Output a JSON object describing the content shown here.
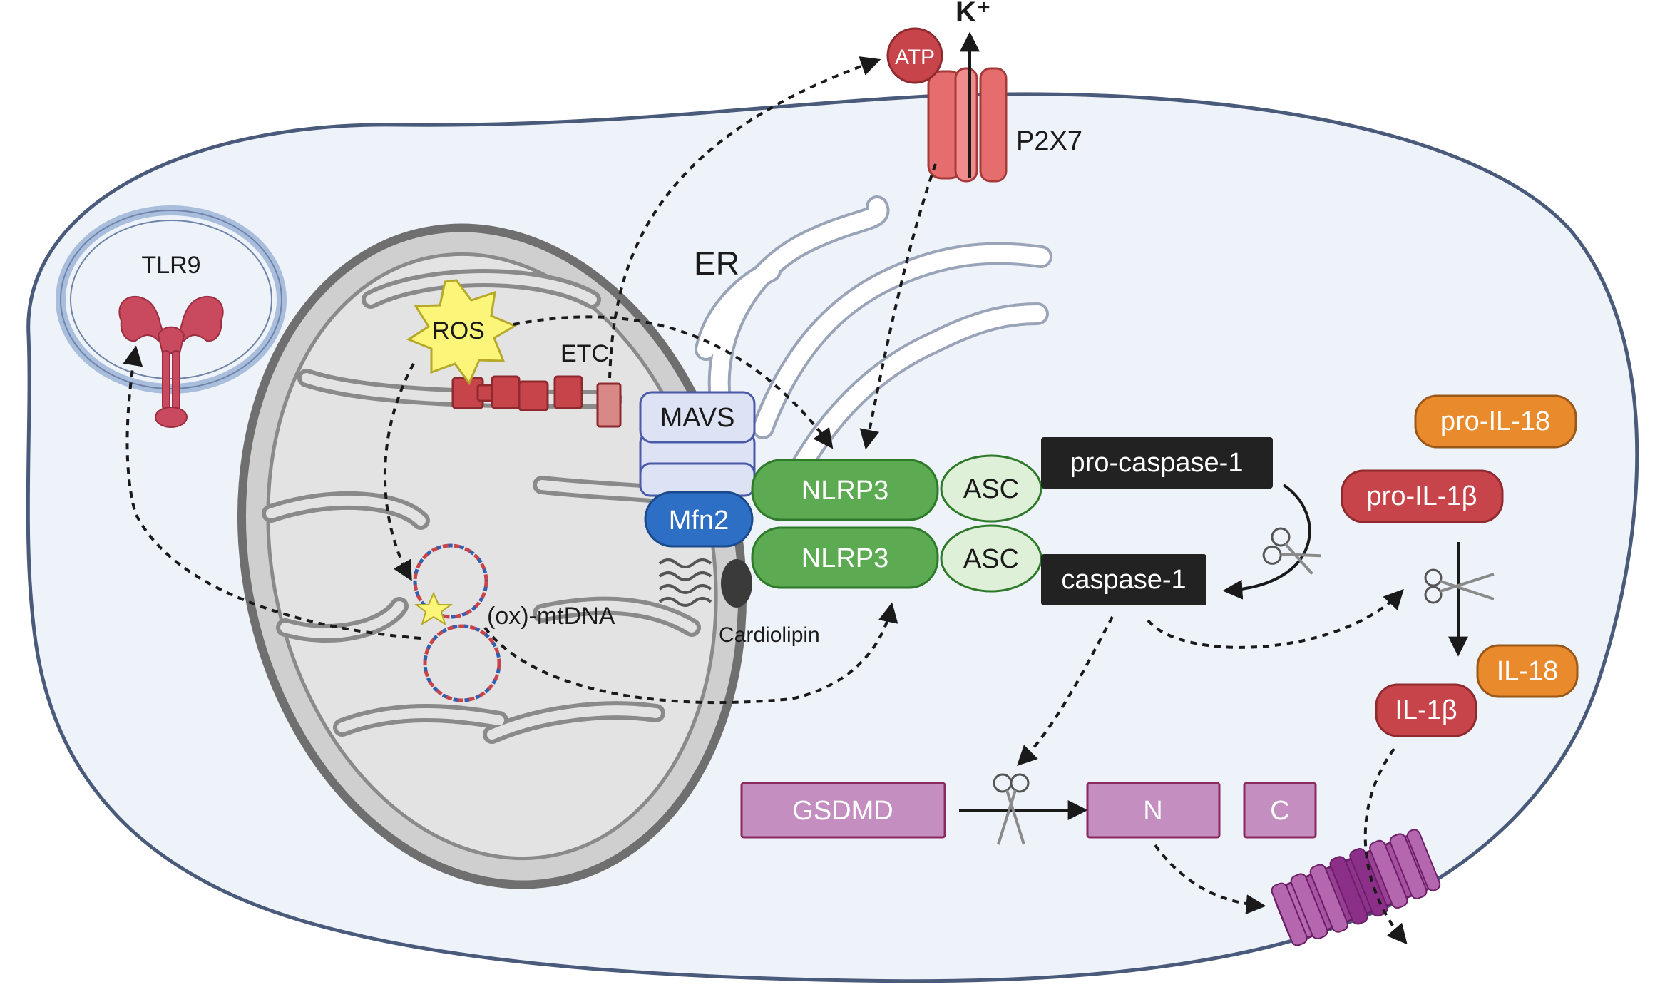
{
  "labels": {
    "k_plus": "K⁺",
    "atp": "ATP",
    "p2x7": "P2X7",
    "tlr9": "TLR9",
    "er": "ER",
    "ros": "ROS",
    "etc": "ETC",
    "mavs": "MAVS",
    "mfn2": "Mfn2",
    "nlrp3_top": "NLRP3",
    "nlrp3_bottom": "NLRP3",
    "asc_top": "ASC",
    "asc_bottom": "ASC",
    "pro_caspase_1": "pro-caspase-1",
    "caspase_1": "caspase-1",
    "cardiolipin": "Cardiolipin",
    "mtdna": "(ox)-mtDNA",
    "pro_il18": "pro-IL-18",
    "pro_il1b": "pro-IL-1β",
    "il18": "IL-18",
    "il1b": "IL-1β",
    "gsdmd": "GSDMD",
    "gsdmd_n": "N",
    "gsdmd_c": "C"
  },
  "colors": {
    "cell_fill": "#eef2f9",
    "cell_stroke": "#4a5a7a",
    "mito_outer": "#7a7a7a",
    "mito_fill": "#cfcfcf",
    "mito_inner_fill": "#e3e3e3",
    "red_protein": "#c7454a",
    "nlrp3_green": "#5cab53",
    "asc_green": "#dff0d8",
    "mfn2_blue": "#2e6fc6",
    "mavs_lavender": "#dde3f5",
    "caspase_black": "#222222",
    "orange": "#e98b2d",
    "gsdmd_purple": "#c48fc0",
    "pore_purple": "#9b3f97",
    "er_stroke": "#9aa4b8",
    "vesicle_blue": "#a9bddd"
  },
  "icons": {
    "scissors": "scissors-icon",
    "ros_burst": "ros-burst-icon",
    "dna": "dna-circle-icon",
    "channel": "ion-channel-icon",
    "receptor": "tlr9-receptor-icon",
    "pore": "gasdermin-pore-icon"
  }
}
